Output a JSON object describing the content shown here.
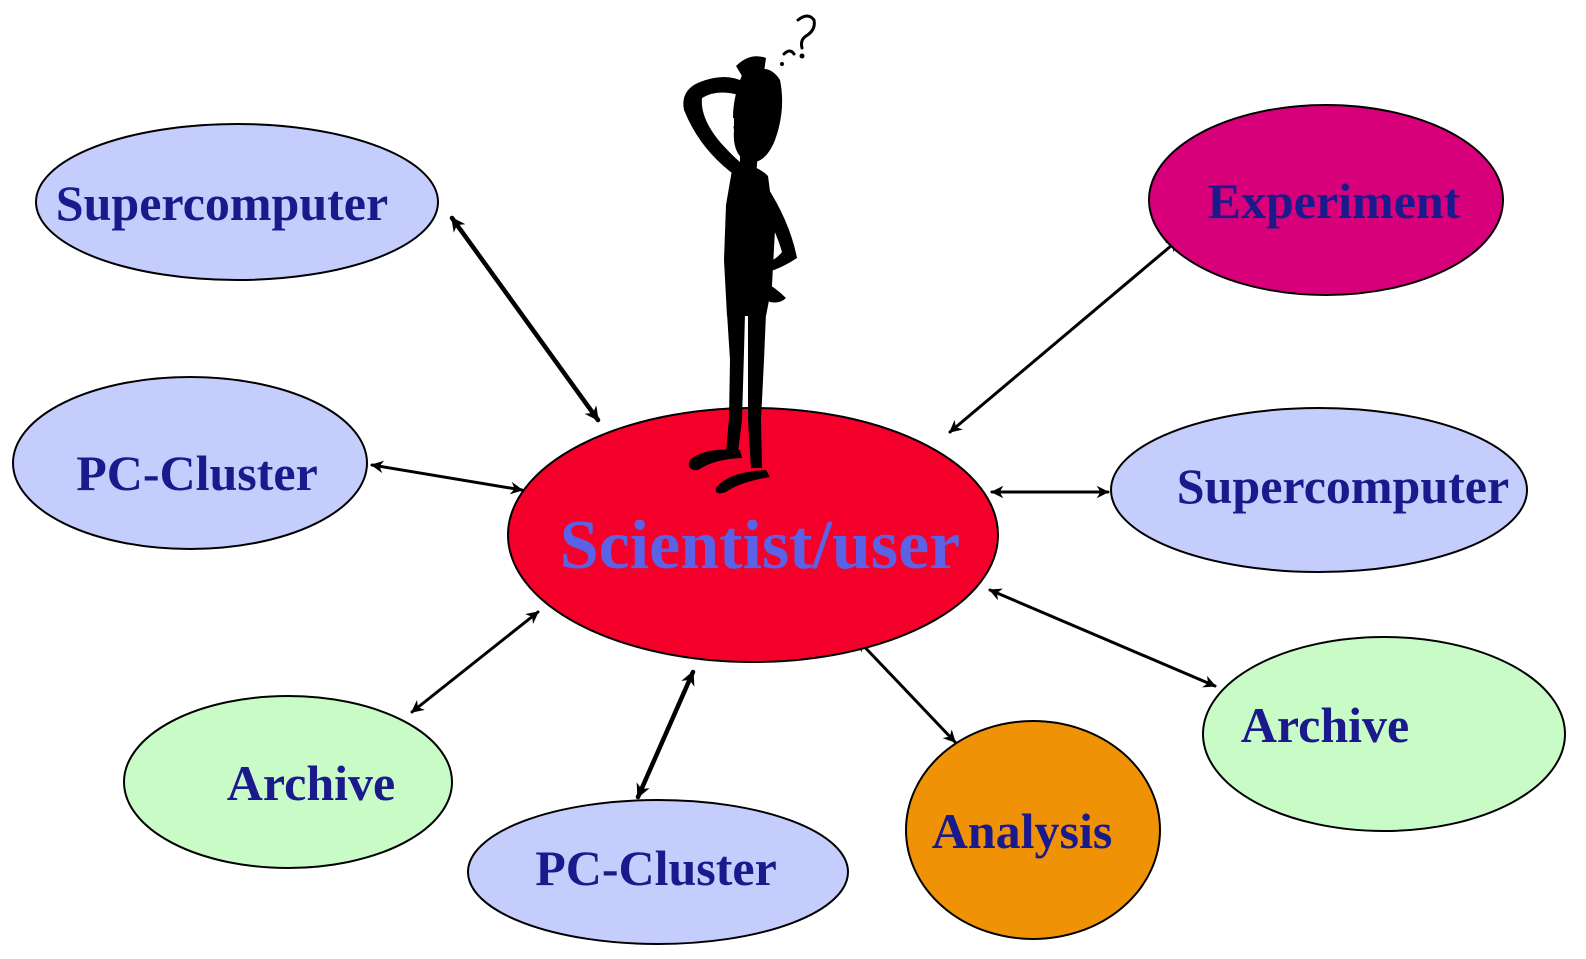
{
  "center": {
    "label": "Scientist/user",
    "fill": "#f5002b"
  },
  "nodes": [
    {
      "id": "supercomputer-left",
      "label": "Supercomputer",
      "fill": "#c5cdfd"
    },
    {
      "id": "pc-cluster-left",
      "label": "PC-Cluster",
      "fill": "#c5cdfd"
    },
    {
      "id": "archive-left",
      "label": "Archive",
      "fill": "#c9fbc6"
    },
    {
      "id": "pc-cluster-bottom",
      "label": "PC-Cluster",
      "fill": "#c5cdfd"
    },
    {
      "id": "analysis",
      "label": "Analysis",
      "fill": "#ef9206"
    },
    {
      "id": "archive-right",
      "label": "Archive",
      "fill": "#c9fbc6"
    },
    {
      "id": "supercomputer-right",
      "label": "Supercomputer",
      "fill": "#c5cdfd"
    },
    {
      "id": "experiment",
      "label": "Experiment",
      "fill": "#d8007a"
    }
  ],
  "label_color": "#1a1a8c",
  "center_label_color": "#5a63e6",
  "figure_icon": "thinking-person-icon",
  "question_icon": "question-mark-icon"
}
